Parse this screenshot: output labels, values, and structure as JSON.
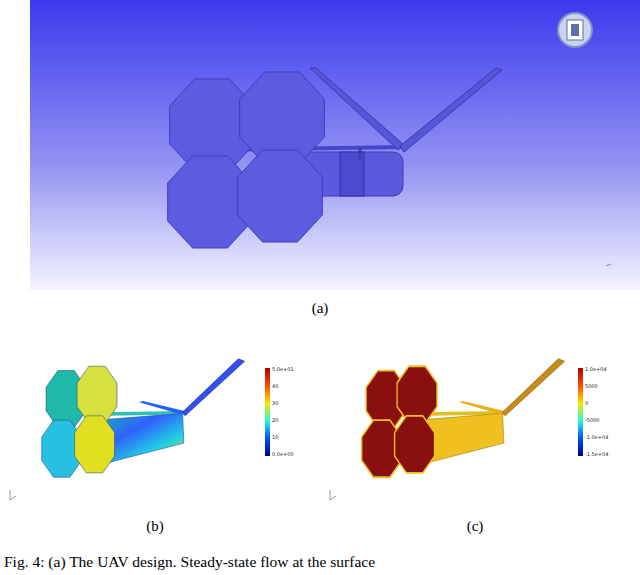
{
  "diagram": {
    "caption": "Fig. 4: (a) The UAV design. Steady-state flow at the surface",
    "labels": [
      "(a)",
      "(b)",
      "(c)",
      "5.0e+01",
      "40",
      "30",
      "20",
      "10",
      "0.0e+00",
      "1.0e+04",
      "5000",
      "0",
      "-5000",
      "-1.0e+04",
      "-1.5e+04"
    ]
  }
}
